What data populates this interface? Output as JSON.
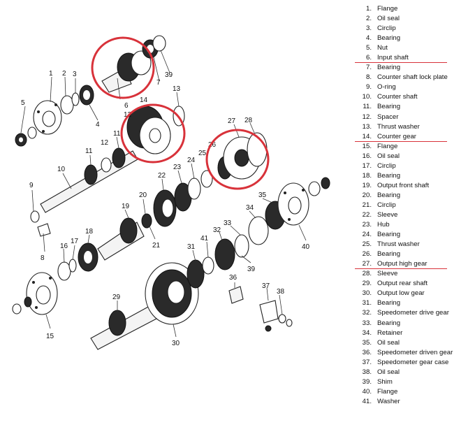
{
  "highlight_color": "#d8323a",
  "callouts": [
    "1",
    "2",
    "3",
    "4",
    "5",
    "6",
    "7",
    "8",
    "9",
    "10",
    "11",
    "11",
    "12",
    "12",
    "13",
    "14",
    "15",
    "16",
    "17",
    "18",
    "19",
    "20",
    "21",
    "22",
    "23",
    "24",
    "25",
    "26",
    "27",
    "28",
    "29",
    "30",
    "31",
    "32",
    "33",
    "34",
    "35",
    "36",
    "37",
    "38",
    "39",
    "39",
    "40",
    "41"
  ],
  "legend": [
    {
      "num": "1.",
      "label": "Flange"
    },
    {
      "num": "2.",
      "label": "Oil seal"
    },
    {
      "num": "3.",
      "label": "Circlip"
    },
    {
      "num": "4.",
      "label": "Bearing"
    },
    {
      "num": "5.",
      "label": "Nut"
    },
    {
      "num": "6.",
      "label": "Input shaft",
      "highlighted": true
    },
    {
      "num": "7.",
      "label": "Bearing"
    },
    {
      "num": "8.",
      "label": "Counter shaft lock plate"
    },
    {
      "num": "9.",
      "label": "O-ring"
    },
    {
      "num": "10.",
      "label": "Counter shaft"
    },
    {
      "num": "11.",
      "label": "Bearing"
    },
    {
      "num": "12.",
      "label": "Spacer"
    },
    {
      "num": "13.",
      "label": "Thrust washer"
    },
    {
      "num": "14.",
      "label": "Counter gear",
      "highlighted": true
    },
    {
      "num": "15.",
      "label": "Flange"
    },
    {
      "num": "16.",
      "label": "Oil seal"
    },
    {
      "num": "17.",
      "label": "Circlip"
    },
    {
      "num": "18.",
      "label": "Bearing"
    },
    {
      "num": "19.",
      "label": "Output front shaft"
    },
    {
      "num": "20.",
      "label": "Bearing"
    },
    {
      "num": "21.",
      "label": "Circlip"
    },
    {
      "num": "22.",
      "label": "Sleeve"
    },
    {
      "num": "23.",
      "label": "Hub"
    },
    {
      "num": "24.",
      "label": "Bearing"
    },
    {
      "num": "25.",
      "label": "Thrust washer"
    },
    {
      "num": "26.",
      "label": "Bearing"
    },
    {
      "num": "27.",
      "label": "Output high gear",
      "highlighted": true
    },
    {
      "num": "28.",
      "label": "Sleeve"
    },
    {
      "num": "29.",
      "label": "Output rear shaft"
    },
    {
      "num": "30.",
      "label": "Output low gear"
    },
    {
      "num": "31.",
      "label": "Bearing"
    },
    {
      "num": "32.",
      "label": "Speedometer drive gear"
    },
    {
      "num": "33.",
      "label": "Bearing"
    },
    {
      "num": "34.",
      "label": "Retainer"
    },
    {
      "num": "35.",
      "label": "Oil seal"
    },
    {
      "num": "36.",
      "label": "Speedometer driven gear"
    },
    {
      "num": "37.",
      "label": "Speedometer gear case"
    },
    {
      "num": "38.",
      "label": "Oil seal"
    },
    {
      "num": "39.",
      "label": "Shim"
    },
    {
      "num": "40.",
      "label": "Flange"
    },
    {
      "num": "41.",
      "label": "Washer"
    }
  ]
}
